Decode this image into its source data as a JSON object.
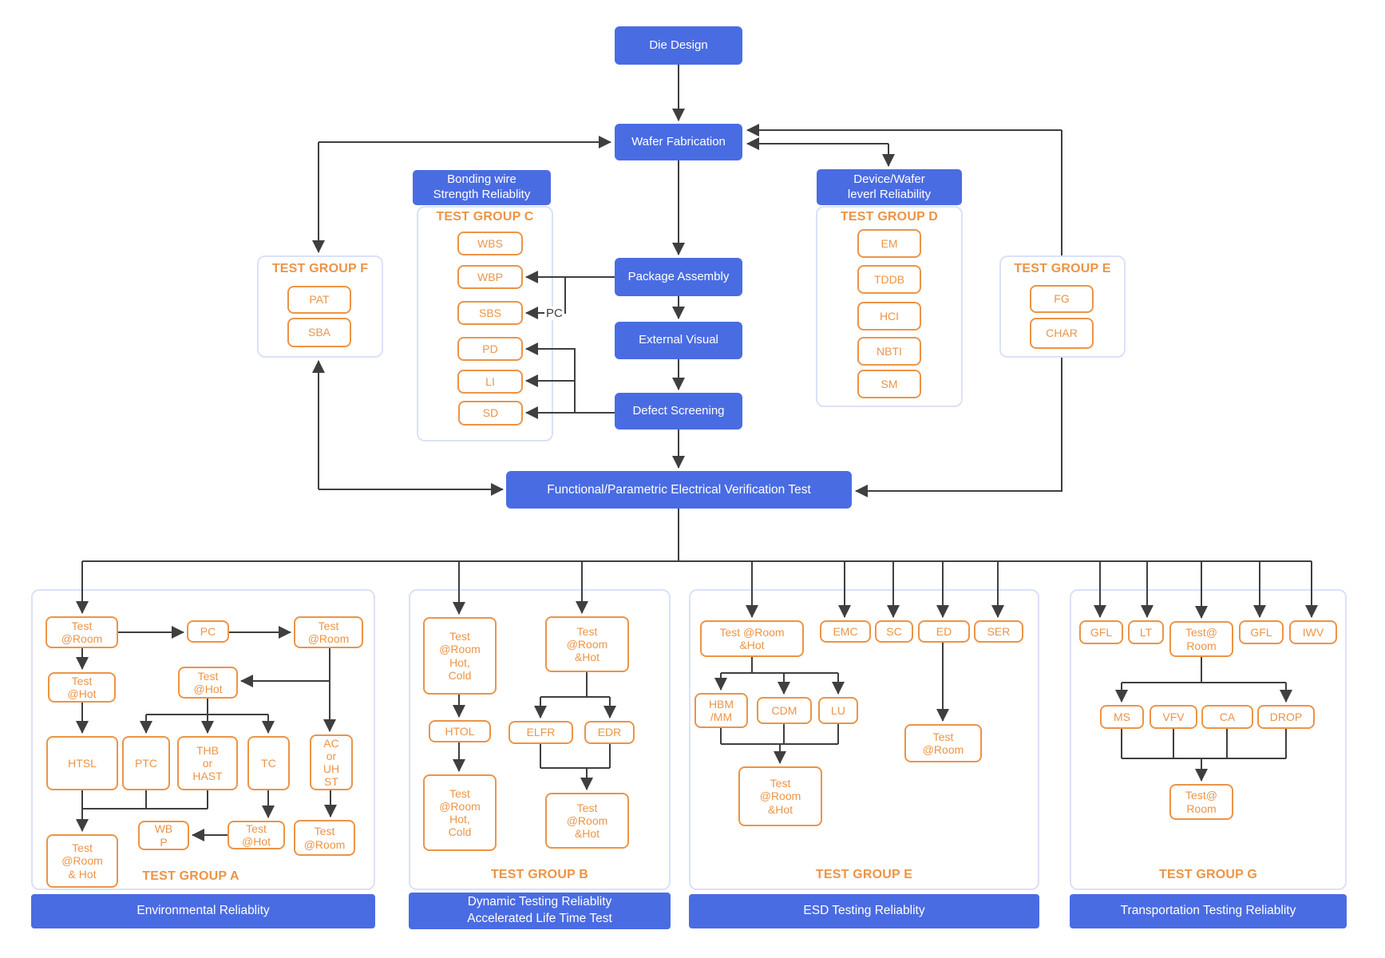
{
  "colors": {
    "node_blue": "#4a6ce2",
    "accent_orange": "#ec9446",
    "line": "#3f3f3f",
    "container_border": "#dbe1f8"
  },
  "nodes": {
    "die_design": "Die Design",
    "wafer_fabrication": "Wafer Fabrication",
    "package_assembly": "Package Assembly",
    "external_visual": "External Visual",
    "defect_screening": "Defect Screening",
    "functional_test": "Functional/Parametric Electrical Verification Test",
    "bonding_header": "Bonding wire\nStrength Reliablity",
    "device_header": "Device/Wafer\nleverl Reliability",
    "wbs": "WBS",
    "wbp": "WBP",
    "sbs": "SBS",
    "pd": "PD",
    "li": "LI",
    "sd": "SD",
    "em": "EM",
    "tddb": "TDDB",
    "hci": "HCI",
    "nbti": "NBTI",
    "sm": "SM",
    "pat": "PAT",
    "sba": "SBA",
    "fg": "FG",
    "char": "CHAR",
    "a_test_room_1": "Test\n@Room",
    "a_pc": "PC",
    "a_test_room_2": "Test\n@Room",
    "a_test_hot_1": "Test\n@Hot",
    "a_test_hot_2": "Test\n@Hot",
    "htsl": "HTSL",
    "ptc": "PTC",
    "thb": "THB\nor\nHAST",
    "tc": "TC",
    "ac": "AC\nor\nUH\nST",
    "a_test_room_hot": "Test\n@Room\n& Hot",
    "a_wbp": "WB\nP",
    "a_test_hot_3": "Test\n@Hot",
    "a_test_room_3": "Test\n@Room",
    "b_test_rhc_1": "Test\n@Room\nHot,\nCold",
    "b_test_rh_1": "Test\n@Room\n&Hot",
    "htol": "HTOL",
    "elfr": "ELFR",
    "edr": "EDR",
    "b_test_rhc_2": "Test\n@Room\nHot,\nCold",
    "b_test_rh_2": "Test\n@Room\n&Hot",
    "e_test_rh_1": "Test @Room\n&Hot",
    "emc": "EMC",
    "sc": "SC",
    "ed": "ED",
    "ser": "SER",
    "hbm": "HBM\n/MM",
    "cdm": "CDM",
    "lu": "LU",
    "e_test_rh_2": "Test\n@Room\n&Hot",
    "e_test_room": "Test\n@Room",
    "gfl_1": "GFL",
    "lt": "LT",
    "g_test_room_1": "Test@\nRoom",
    "gfl_2": "GFL",
    "iwv": "IWV",
    "ms": "MS",
    "vfv": "VFV",
    "ca": "CA",
    "drop": "DROP",
    "g_test_room_2": "Test@\nRoom",
    "pc_connector": "PC"
  },
  "labels": {
    "group_c": "TEST GROUP C",
    "group_d": "TEST GROUP D",
    "group_f": "TEST GROUP F",
    "group_e_mid": "TEST GROUP E",
    "group_a": "TEST GROUP A",
    "group_b": "TEST GROUP B",
    "group_e": "TEST GROUP E",
    "group_g": "TEST GROUP G"
  },
  "footers": {
    "a": "Environmental Reliablity",
    "b": "Dynamic Testing Reliablity\nAccelerated Life Time Test",
    "e": "ESD Testing Reliablity",
    "g": "Transportation Testing Reliablity"
  }
}
